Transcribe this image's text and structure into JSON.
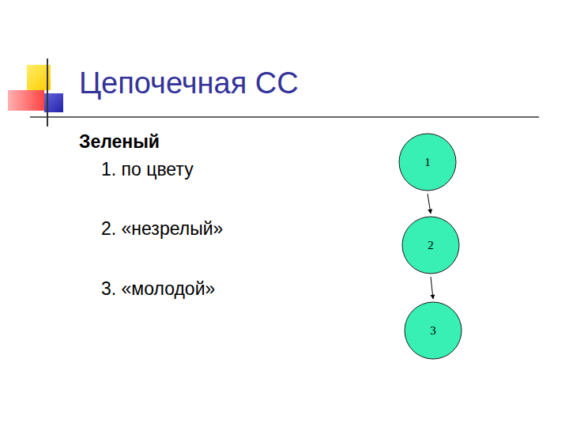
{
  "diagram": {
    "title": "Цепочечная СС",
    "nodes": [
      {
        "text": [
          "1"
        ]
      },
      {
        "text": [
          "2"
        ]
      },
      {
        "text": [
          "3"
        ]
      }
    ],
    "edges": [
      {
        "from": 0,
        "to": 1,
        "arrow": "to"
      },
      {
        "from": 1,
        "to": 2,
        "arrow": "to"
      }
    ],
    "labels": [
      "Зеленый",
      "1. по цвету",
      "2. «незрелый»",
      "3. «молодой»"
    ]
  }
}
